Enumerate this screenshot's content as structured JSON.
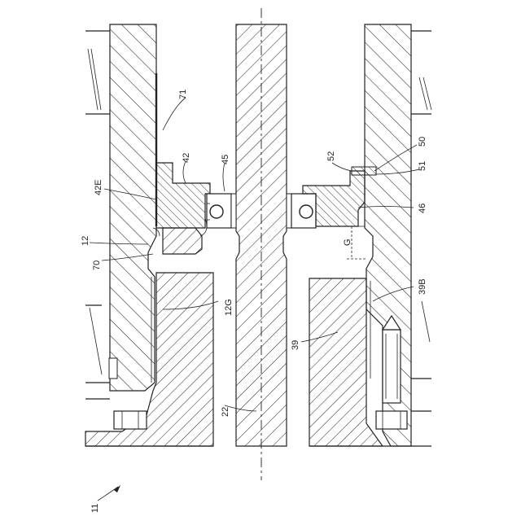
{
  "labels": {
    "l71": "71",
    "l42": "42",
    "l45": "45",
    "l42E": "42E",
    "l12": "12",
    "l70": "70",
    "l12G": "12G",
    "l22": "22",
    "l52": "52",
    "l50": "50",
    "l51": "51",
    "l46": "46",
    "lG": "G",
    "l39B": "39B",
    "l39": "39",
    "l11": "11"
  }
}
